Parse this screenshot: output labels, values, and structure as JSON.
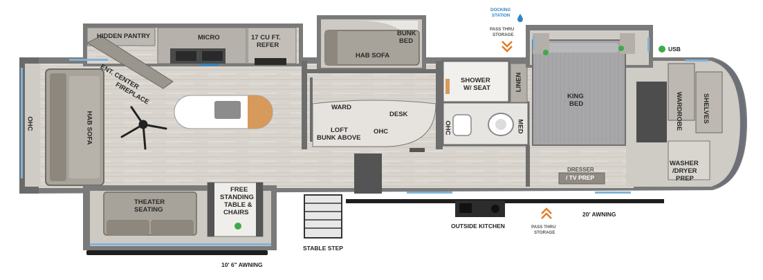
{
  "labels": {
    "hidden_pantry": "HIDDEN PANTRY",
    "micro": "MICRO",
    "refer_1": "17 CU FT.",
    "refer_2": "REFER",
    "ent_center": "ENT. CENTER",
    "fireplace": "FIREPLACE",
    "ohc_left": "OHC",
    "hab_sofa_left": "HAB SOFA",
    "hab_sofa_top": "HAB SOFA",
    "bunk_bed_1": "BUNK",
    "bunk_bed_2": "BED",
    "ward": "WARD",
    "desk": "DESK",
    "loft_1": "LOFT",
    "loft_2": "BUNK ABOVE",
    "ohc_mid": "OHC",
    "shower_1": "SHOWER",
    "shower_2": "W/ SEAT",
    "linen": "LINEN",
    "ohc_bath": "OHC",
    "med": "MED",
    "king_1": "KING",
    "king_2": "BED",
    "wardrobe": "WARDROBE",
    "shelves": "SHELVES",
    "washer_1": "WASHER",
    "washer_2": "/DRYER",
    "washer_3": "PREP",
    "dresser_1": "DRESSER",
    "dresser_2": "/ TV PREP",
    "theater_1": "THEATER",
    "theater_2": "SEATING",
    "table_1": "FREE",
    "table_2": "STANDING",
    "table_3": "TABLE &",
    "table_4": "CHAIRS"
  },
  "exterior": {
    "docking_1": "DOCKING",
    "docking_2": "STATION",
    "pass_top_1": "PASS THRU",
    "pass_top_2": "STORAGE",
    "usb": "USB",
    "outside_kitchen": "OUTSIDE KITCHEN",
    "pass_bottom_1": "PASS THRU",
    "pass_bottom_2": "STORAGE",
    "awning_right": "20' AWNING",
    "stable_step": "STABLE STEP",
    "awning_left": "10' 6\" AWNING"
  },
  "colors": {
    "floor": "#d7d3cc",
    "wall": "#6e6e6e",
    "window": "#7fb3d9",
    "usb_dot": "#3dab4a",
    "arrow": "#e47b25",
    "dock": "#2e85c5"
  }
}
